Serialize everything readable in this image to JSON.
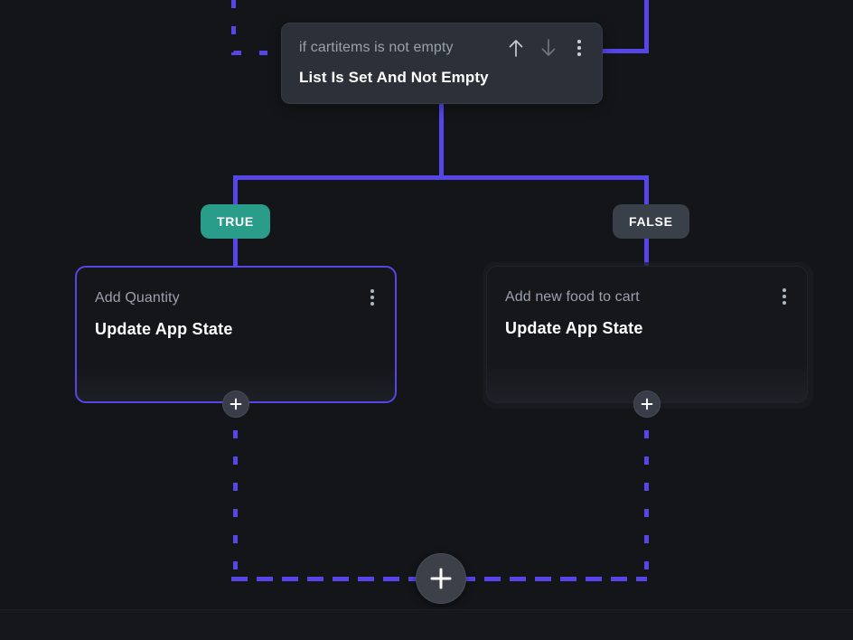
{
  "canvas": {
    "background_color": "#131519",
    "accent_color": "#5646E8",
    "true_color": "#2A9D8A",
    "false_color": "#3A404A"
  },
  "condition_node": {
    "subtitle": "if cartitems is not empty",
    "title": "List Is Set And Not Empty",
    "actions": {
      "move_up": "move-up",
      "move_down": "move-down",
      "more": "more-options"
    }
  },
  "branches": {
    "true_label": "TRUE",
    "false_label": "FALSE"
  },
  "nodes": [
    {
      "subtitle": "Add Quantity",
      "title": "Update App State",
      "branch": "TRUE",
      "selected": true
    },
    {
      "subtitle": "Add new food to cart",
      "title": "Update App State",
      "branch": "FALSE",
      "selected": false
    }
  ],
  "add_buttons": {
    "true_branch_add": "+",
    "false_branch_add": "+",
    "flow_add": "+"
  }
}
